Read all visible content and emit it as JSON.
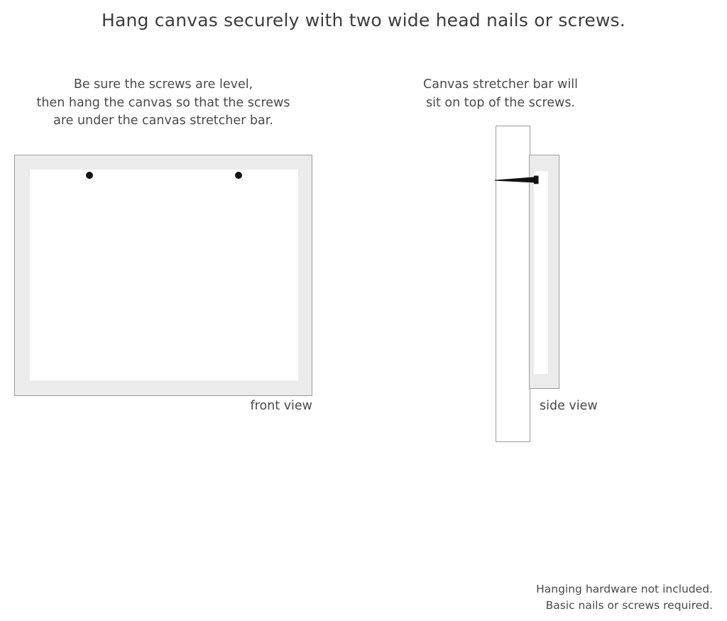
{
  "title": "Hang canvas securely with two wide head nails or screws.",
  "captions": {
    "left": [
      "Be sure the screws are level,",
      "then hang the canvas so that the screws",
      "are under the canvas stretcher bar."
    ],
    "right": [
      "Canvas stretcher bar will",
      "sit on top of the screws."
    ]
  },
  "labels": {
    "front_view": "front view",
    "side_view": "side view"
  },
  "footer": [
    "Hanging hardware not included.",
    "Basic nails or screws required."
  ],
  "diagram": {
    "front_view": {
      "frame_fill": "#ebebeb",
      "frame_border": "#9c9c9c",
      "canvas_face_fill": "#ffffff",
      "screw_color": "#111111",
      "screw_count": 2
    },
    "side_view": {
      "wall_fill": "#ffffff",
      "wall_border": "#9c9c9c",
      "slab_fill": "#ebebeb",
      "slab_border": "#9c9c9c",
      "canvas_face_fill": "#ffffff",
      "screw_color": "#111111",
      "screw_count": 1
    }
  },
  "theme": {
    "background": "#ffffff",
    "text": "#3d3d3d",
    "muted_text": "#4a4a4a"
  }
}
